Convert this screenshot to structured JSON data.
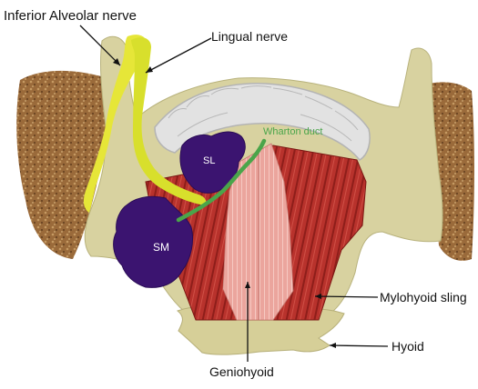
{
  "figure": {
    "labels": {
      "inferior_alveolar_nerve": "Inferior Alveolar nerve",
      "lingual_nerve": "Lingual nerve",
      "wharton_duct": "Wharton duct",
      "sublingual_gland": "SL",
      "submandibular_gland": "SM",
      "mylohyoid_sling": "Mylohyoid sling",
      "hyoid": "Hyoid",
      "geniohyoid": "Geniohyoid"
    },
    "colors": {
      "bone": "#d8d2a0",
      "cancellous_bone": "#9a6a3a",
      "teeth": "#e2e2e2",
      "mylohyoid_muscle": "#b8322c",
      "geniohyoid_muscle": "#e9a19a",
      "salivary_glands": "#3b1470",
      "nerves": "#e6e638",
      "wharton_duct": "#4aa54a"
    }
  }
}
